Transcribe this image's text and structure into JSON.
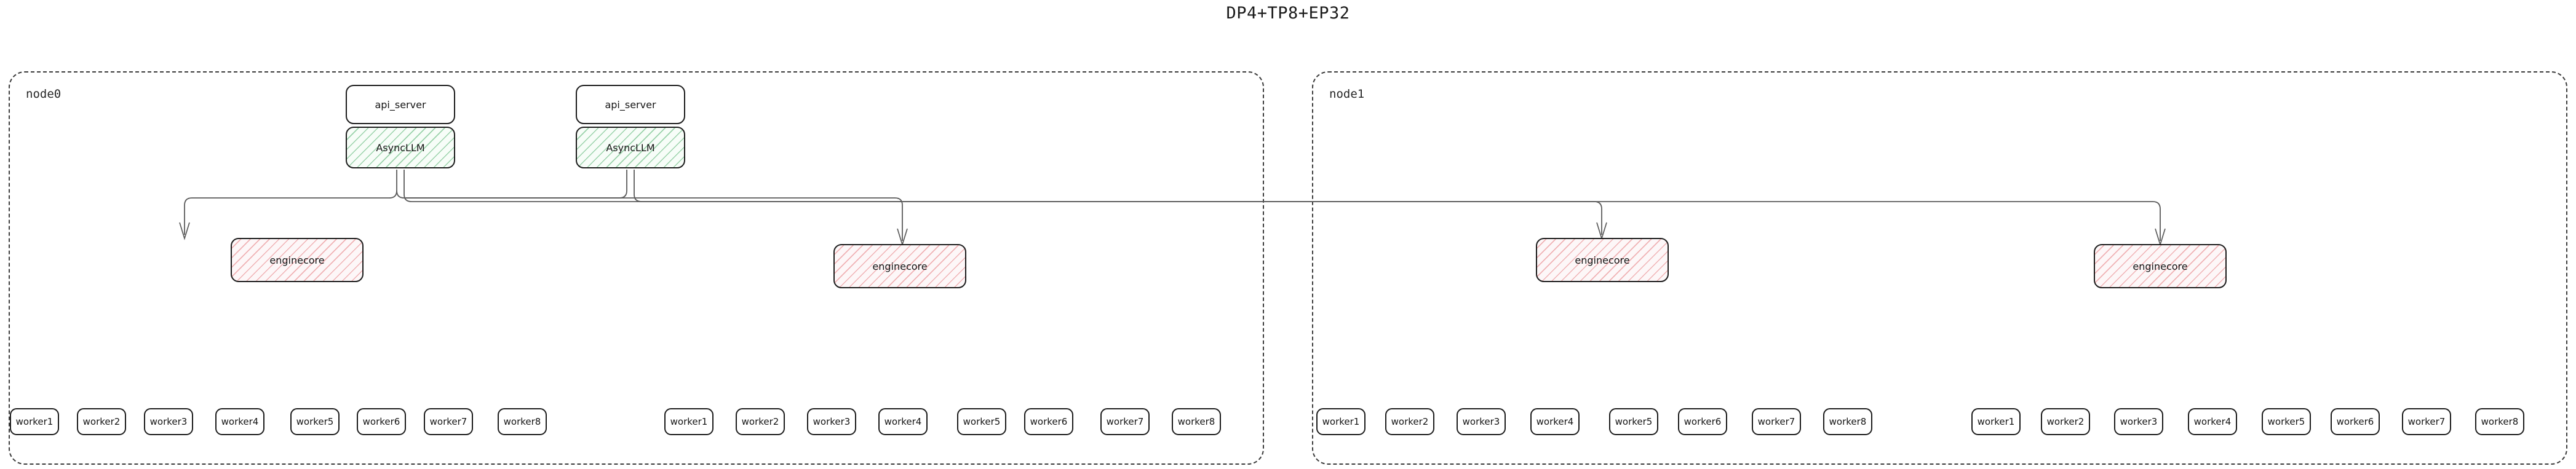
{
  "title": "DP4+TP8+EP32",
  "nodes": [
    {
      "label": "node0"
    },
    {
      "label": "node1"
    }
  ],
  "api_servers": [
    {
      "label": "api_server"
    },
    {
      "label": "api_server"
    }
  ],
  "async_llms": [
    {
      "label": "AsyncLLM"
    },
    {
      "label": "AsyncLLM"
    }
  ],
  "enginecores": [
    {
      "label": "enginecore"
    },
    {
      "label": "enginecore"
    },
    {
      "label": "enginecore"
    },
    {
      "label": "enginecore"
    }
  ],
  "worker_groups": [
    {
      "workers": [
        "worker1",
        "worker2",
        "worker3",
        "worker4",
        "worker5",
        "worker6",
        "worker7",
        "worker8"
      ]
    },
    {
      "workers": [
        "worker1",
        "worker2",
        "worker3",
        "worker4",
        "worker5",
        "worker6",
        "worker7",
        "worker8"
      ]
    },
    {
      "workers": [
        "worker1",
        "worker2",
        "worker3",
        "worker4",
        "worker5",
        "worker6",
        "worker7",
        "worker8"
      ]
    },
    {
      "workers": [
        "worker1",
        "worker2",
        "worker3",
        "worker4",
        "worker5",
        "worker6",
        "worker7",
        "worker8"
      ]
    }
  ],
  "colors": {
    "asyncllm_hatch": "#4caf69",
    "enginecore_hatch": "#e26c70",
    "box_border": "#1c1c1c",
    "container_border": "#3b3b3b",
    "edge": "#5a5a5a",
    "text": "#141414",
    "background": "#ffffff"
  }
}
